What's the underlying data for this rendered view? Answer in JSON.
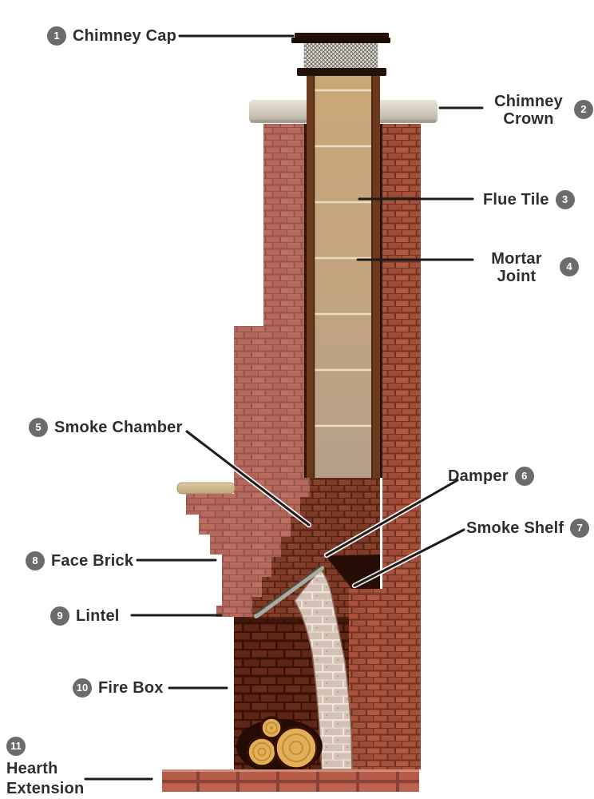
{
  "figure": {
    "type": "labeled-diagram",
    "subject": "Chimney and fireplace cross-section anatomy"
  },
  "labels": [
    {
      "num": "1",
      "text": "Chimney Cap"
    },
    {
      "num": "2",
      "text": "Chimney Crown"
    },
    {
      "num": "3",
      "text": "Flue Tile"
    },
    {
      "num": "4",
      "text": "Mortar Joint"
    },
    {
      "num": "5",
      "text": "Smoke Chamber"
    },
    {
      "num": "6",
      "text": "Damper"
    },
    {
      "num": "7",
      "text": "Smoke Shelf"
    },
    {
      "num": "8",
      "text": "Face Brick"
    },
    {
      "num": "9",
      "text": "Lintel"
    },
    {
      "num": "10",
      "text": "Fire Box"
    },
    {
      "num": "11",
      "text": "Hearth Extension"
    }
  ],
  "palette": {
    "background": "#ffffff",
    "badge": "#6c6a6a",
    "badge_text": "#ffffff",
    "label_text": "#2f2e2d",
    "leader_line": "#1d1c1b",
    "face_brick": "#b96b5f",
    "outer_brick": "#a8523c",
    "interior_brick": "#7c3a28",
    "firebox_brick": "#5f2718",
    "flue_tile": "#c4a77f",
    "crown": "#cdc7b9",
    "cap": "#23110a",
    "mantel": "#d4c096",
    "stone": "#d3c0b4",
    "logs": "#e3ae55"
  }
}
